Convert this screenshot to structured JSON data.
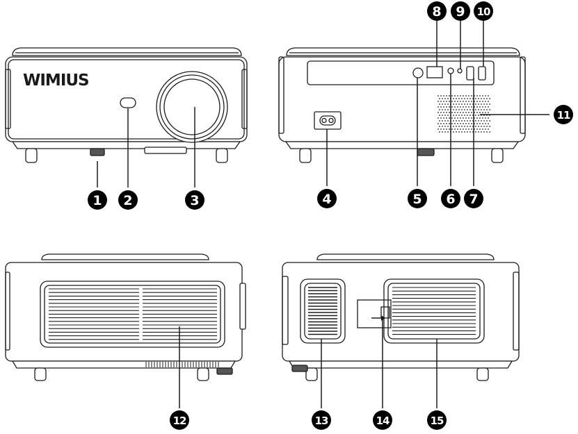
{
  "brand": {
    "logo_text": "WIMIUS"
  },
  "callouts": {
    "c1": "1",
    "c2": "2",
    "c3": "3",
    "c4": "4",
    "c5": "5",
    "c6": "6",
    "c7": "7",
    "c8": "8",
    "c9": "9",
    "c10": "10",
    "c11": "11",
    "c12": "12",
    "c13": "13",
    "c14": "14",
    "c15": "15"
  },
  "colors": {
    "line": "#1a1a1a",
    "fill": "#ffffff",
    "badge": "#000000"
  }
}
